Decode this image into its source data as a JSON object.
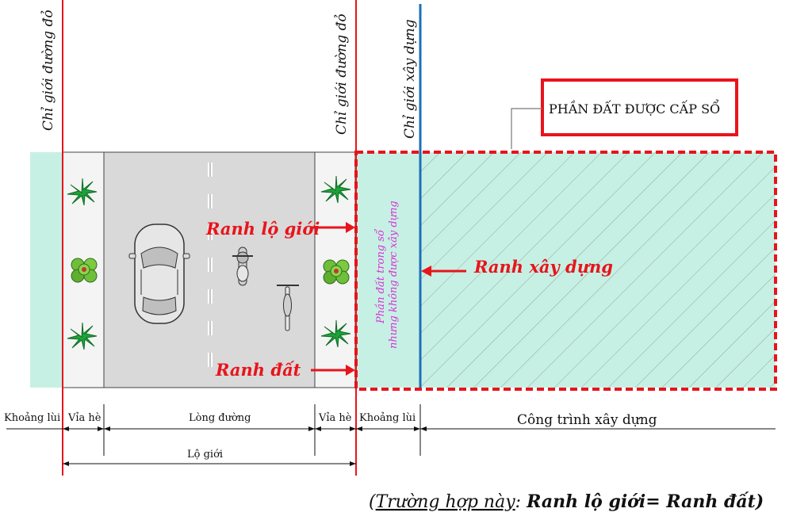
{
  "labels": {
    "chi_gioi_duong_do_left": "Chỉ giới đường đỏ",
    "chi_gioi_duong_do_right": "Chỉ giới đường đỏ",
    "chi_gioi_xay_dung": "Chỉ giới xây dựng",
    "phan_dat_box": "PHẦN ĐẤT ĐƯỢC CẤP SỔ",
    "ranh_lo_gioi": "Ranh lộ giới",
    "ranh_dat": "Ranh đất",
    "ranh_xay_dung": "Ranh xây dựng",
    "pink_line1": "Phần đất trong sổ",
    "pink_line2": "nhưng không được xây dựng"
  },
  "dimensions": {
    "khoang_lui_left": "Khoảng lùi",
    "via_he_left": "Vỉa hè",
    "long_duong": "Lòng đường",
    "via_he_right": "Vỉa hè",
    "khoang_lui_right": "Khoảng lùi",
    "cong_trinh": "Công trình xây dựng",
    "lo_gioi": "Lộ giới"
  },
  "footer": {
    "prefix": "Trường hợp này",
    "colon": ": ",
    "formula": "Ranh lộ giới= Ranh đất)",
    "open_paren": "("
  },
  "colors": {
    "red": "#e8141b",
    "blue": "#1d6fb8",
    "mint": "#c7f0e4",
    "road": "#d9d9d9",
    "sidewalk": "#f2f2f2",
    "pink": "#d633d6"
  },
  "icons": [
    "palm-tree-icon",
    "shrub-icon",
    "car-icon",
    "motorbike-icon",
    "bicycle-icon"
  ]
}
